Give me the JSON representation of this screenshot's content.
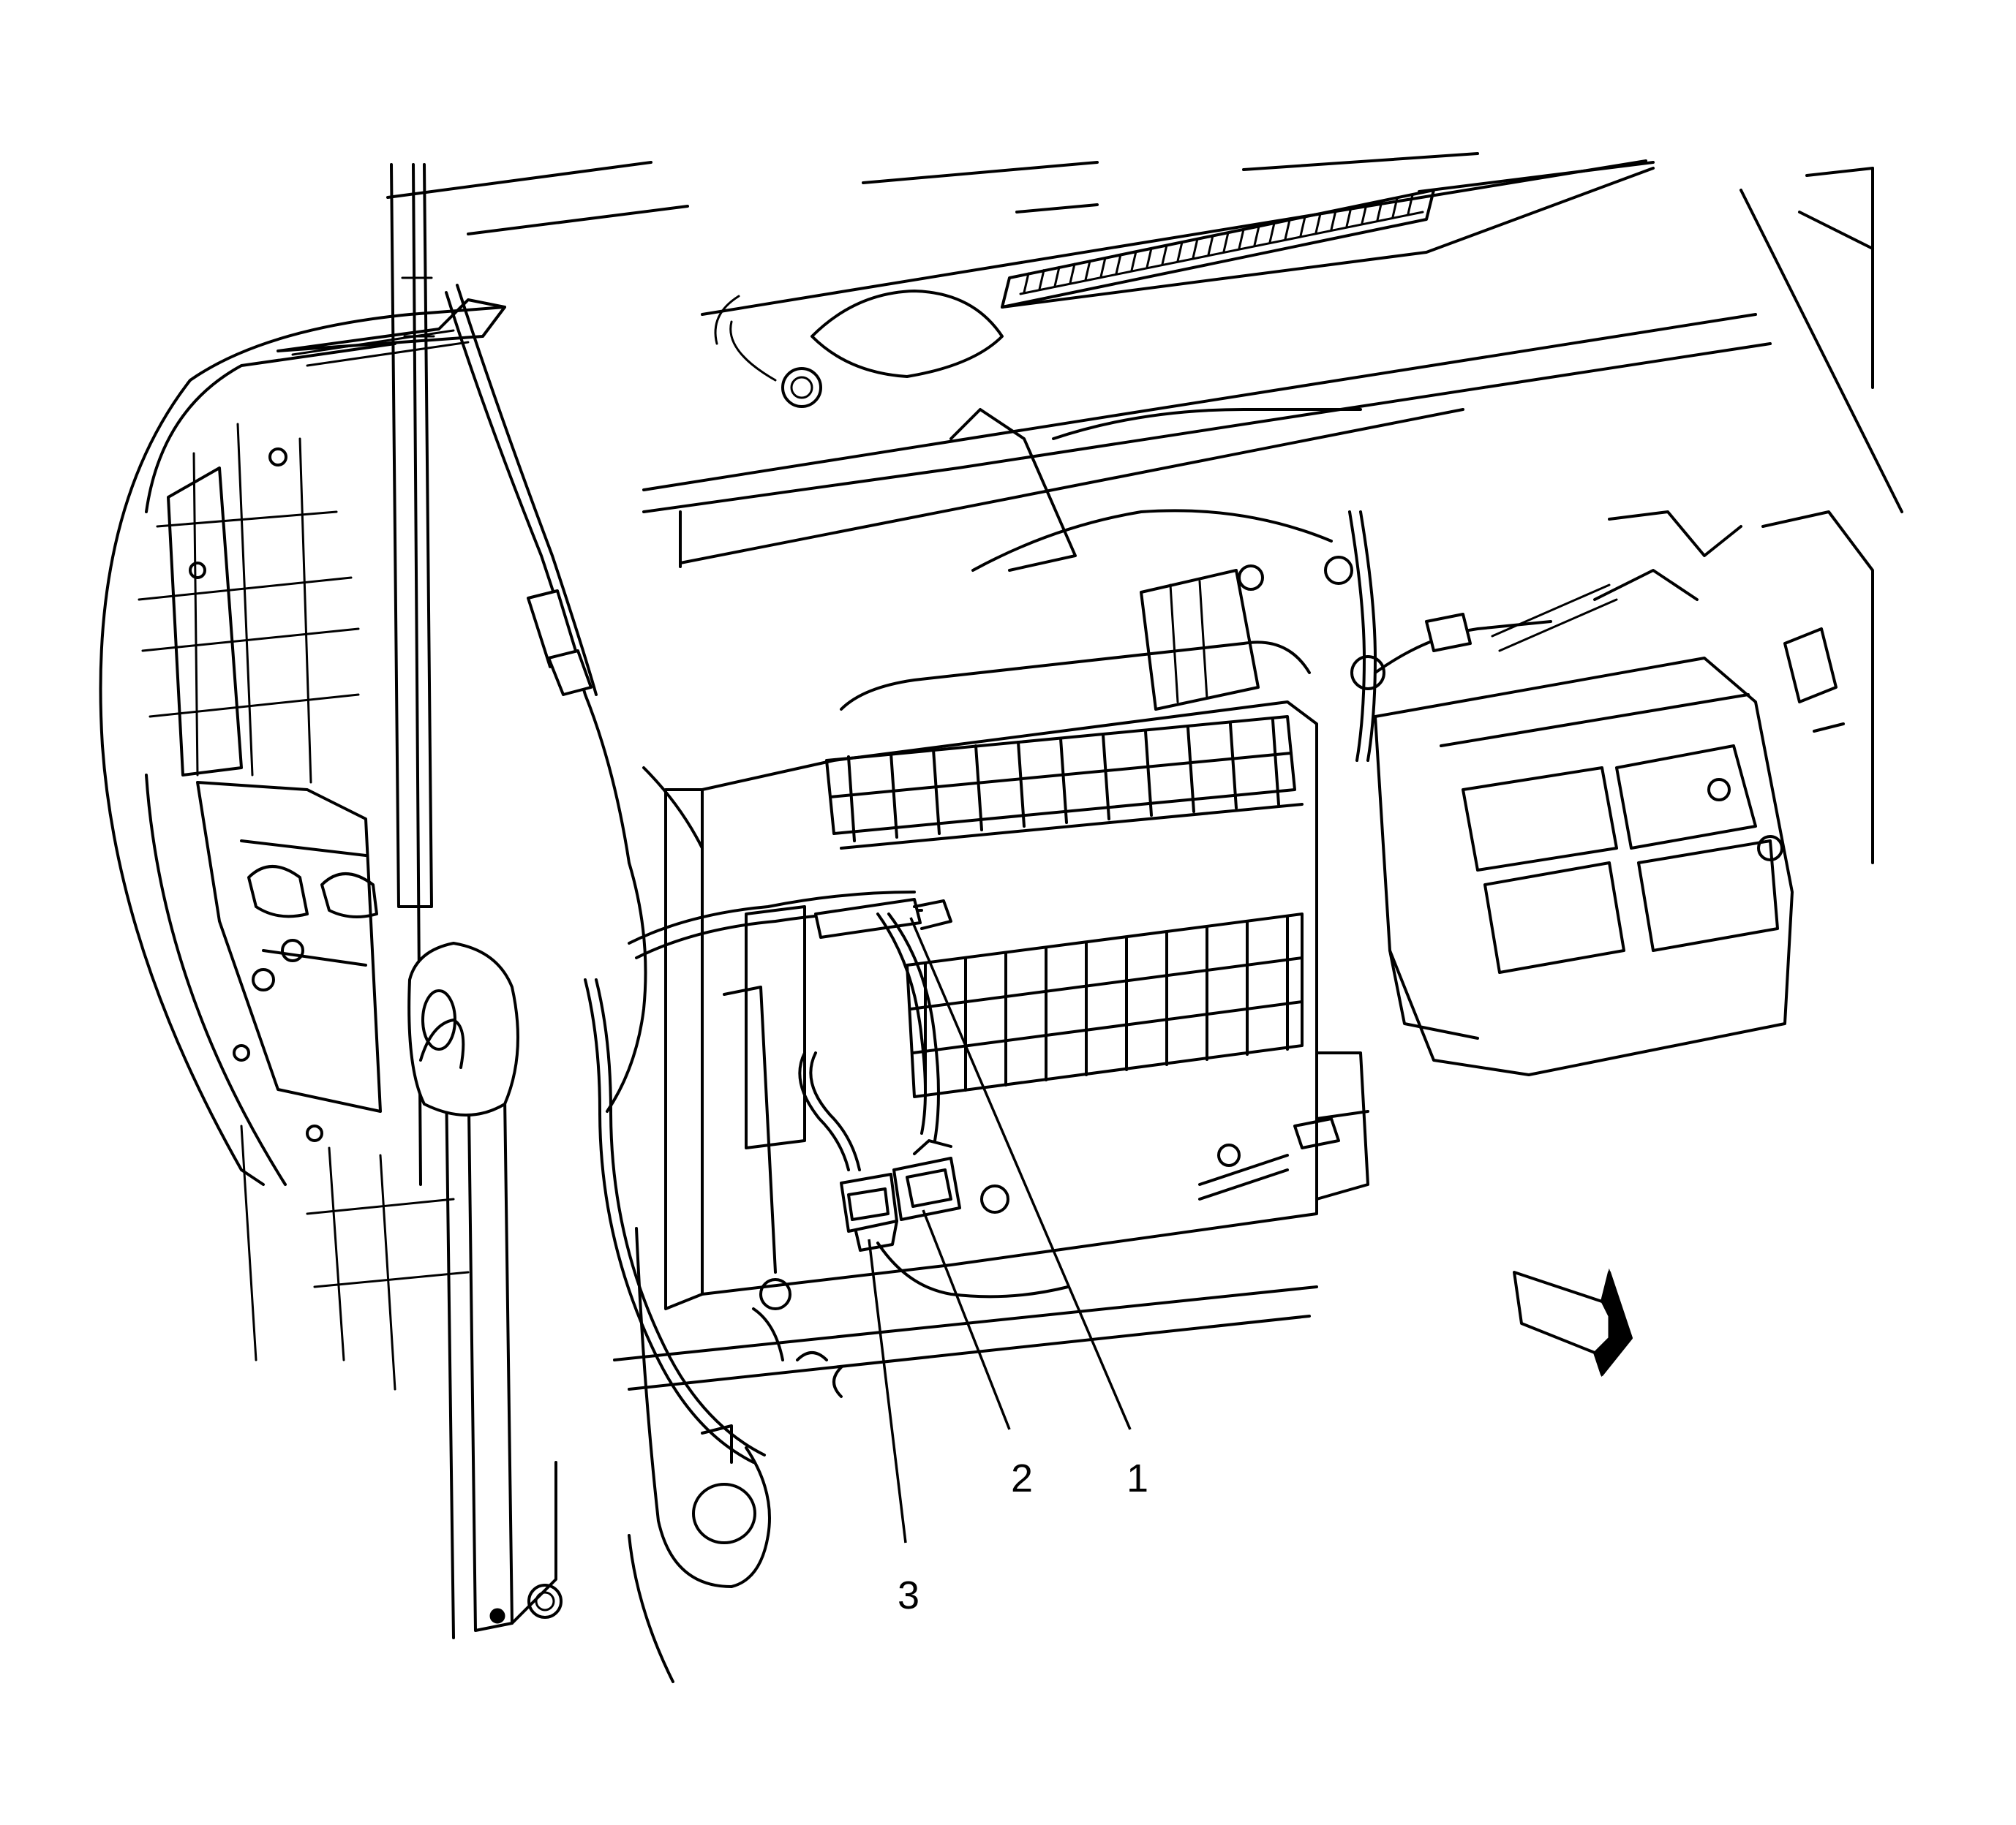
{
  "callouts": [
    {
      "id": "1",
      "label": "1"
    },
    {
      "id": "2",
      "label": "2"
    },
    {
      "id": "3",
      "label": "3"
    }
  ],
  "icons": {
    "view_direction": "forward-arrow-icon"
  },
  "colors": {
    "ink": "#000000",
    "paper": "#ffffff"
  }
}
